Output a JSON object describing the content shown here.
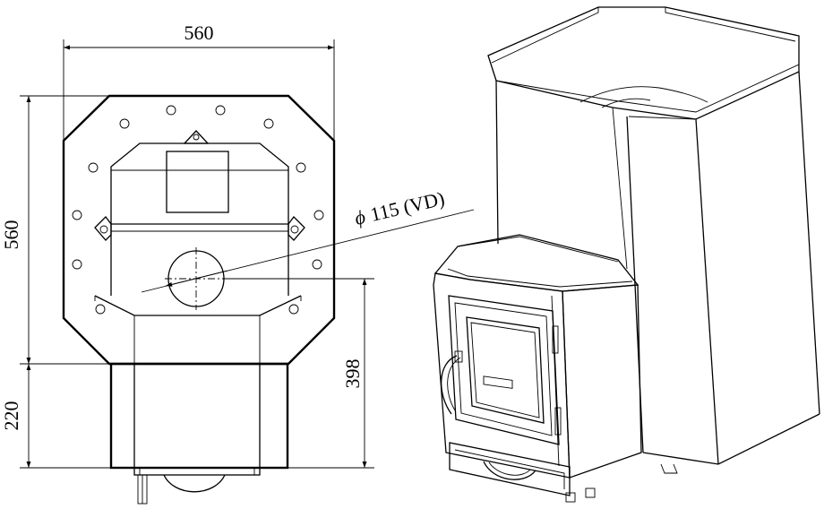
{
  "drawing": {
    "dimensions": {
      "width_top": "560",
      "height_left": "560",
      "height_lower_left": "220",
      "height_right": "398",
      "flue": "115 (VD)",
      "diameter_symbol": "ϕ"
    }
  },
  "colors": {
    "line": "#000000",
    "background": "#ffffff"
  }
}
